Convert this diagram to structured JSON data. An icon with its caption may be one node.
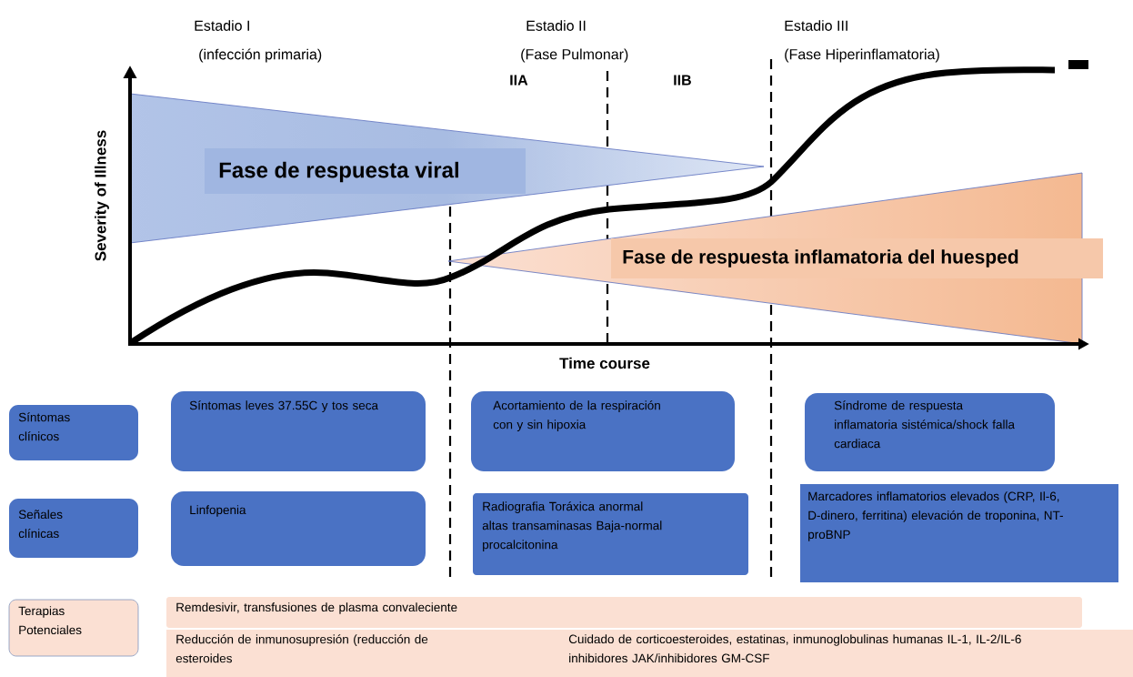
{
  "diagram": {
    "nodes": [
      {
        "text": [
          "Fase de respuesta viral"
        ]
      },
      {
        "text": [
          "Fase de respuesta inflamatoria del huesped"
        ]
      },
      {
        "text": [
          "Síntomas clínicos"
        ]
      },
      {
        "text": [
          "Síntomas leves 37.55C y tos seca"
        ]
      },
      {
        "text": [
          "Acortamiento de la respiración con y sin hipoxia"
        ]
      },
      {
        "text": [
          "Síndrome de respuesta inflamatoria sistémica/shock falla cardiaca"
        ]
      },
      {
        "text": [
          "Señales clínicas"
        ]
      },
      {
        "text": [
          "Linfopenia"
        ]
      },
      {
        "text": [
          "Radiografia Toráxica anormal altas transaminasas Baja-normal procalcitonina"
        ]
      },
      {
        "text": [
          "Marcadores inflamatorios elevados (CRP, Il-6, D-dinero, ferritina) elevación de troponina, NT-proBNP"
        ]
      },
      {
        "text": [
          "Terapias Potenciales"
        ]
      },
      {
        "text": [
          "Remdesivir, transfusiones de plasma convaleciente"
        ]
      },
      {
        "text": [
          "Reducción de inmunosupresión (reducción de esteroides",
          "Cuidado de corticoesteroides, estatinas, inmunoglobulinas humanas IL-1, IL-2/IL-6 inhibidores JAK/inhibidores GM-CSF"
        ]
      }
    ],
    "edges": [],
    "labels": [
      "Estadio I",
      "(infección primaria)",
      "Estadio II",
      "(Fase Pulmonar)",
      "Estadio III",
      "(Fase Hiperinflamatoria)",
      "IIA",
      "IIB",
      "Severity of Illness",
      "Time course"
    ]
  }
}
